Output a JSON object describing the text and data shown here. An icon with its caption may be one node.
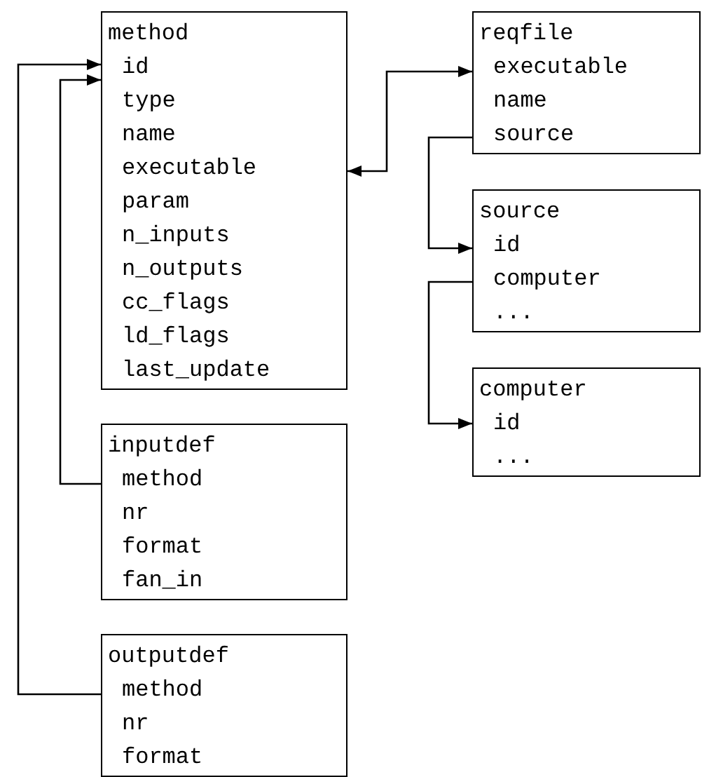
{
  "diagram": {
    "nodes": [
      {
        "text": [
          "method",
          "id",
          "type",
          "name",
          "executable",
          "param",
          "n_inputs",
          "n_outputs",
          "cc_flags",
          "ld_flags",
          "last_update"
        ]
      },
      {
        "text": [
          "inputdef",
          "method",
          "nr",
          "format",
          "fan_in"
        ]
      },
      {
        "text": [
          "outputdef",
          "method",
          "nr",
          "format"
        ]
      },
      {
        "text": [
          "reqfile",
          "executable",
          "name",
          "source"
        ]
      },
      {
        "text": [
          "source",
          "id",
          "computer",
          "..."
        ]
      },
      {
        "text": [
          "computer",
          "id",
          "..."
        ]
      }
    ],
    "edges": [
      {
        "from": 1,
        "to": 0,
        "arrow": "to"
      },
      {
        "from": 2,
        "to": 0,
        "arrow": "to"
      },
      {
        "from": 0,
        "to": 3,
        "arrow": "both"
      },
      {
        "from": 3,
        "to": 4,
        "arrow": "to"
      },
      {
        "from": 4,
        "to": 5,
        "arrow": "to"
      }
    ]
  }
}
